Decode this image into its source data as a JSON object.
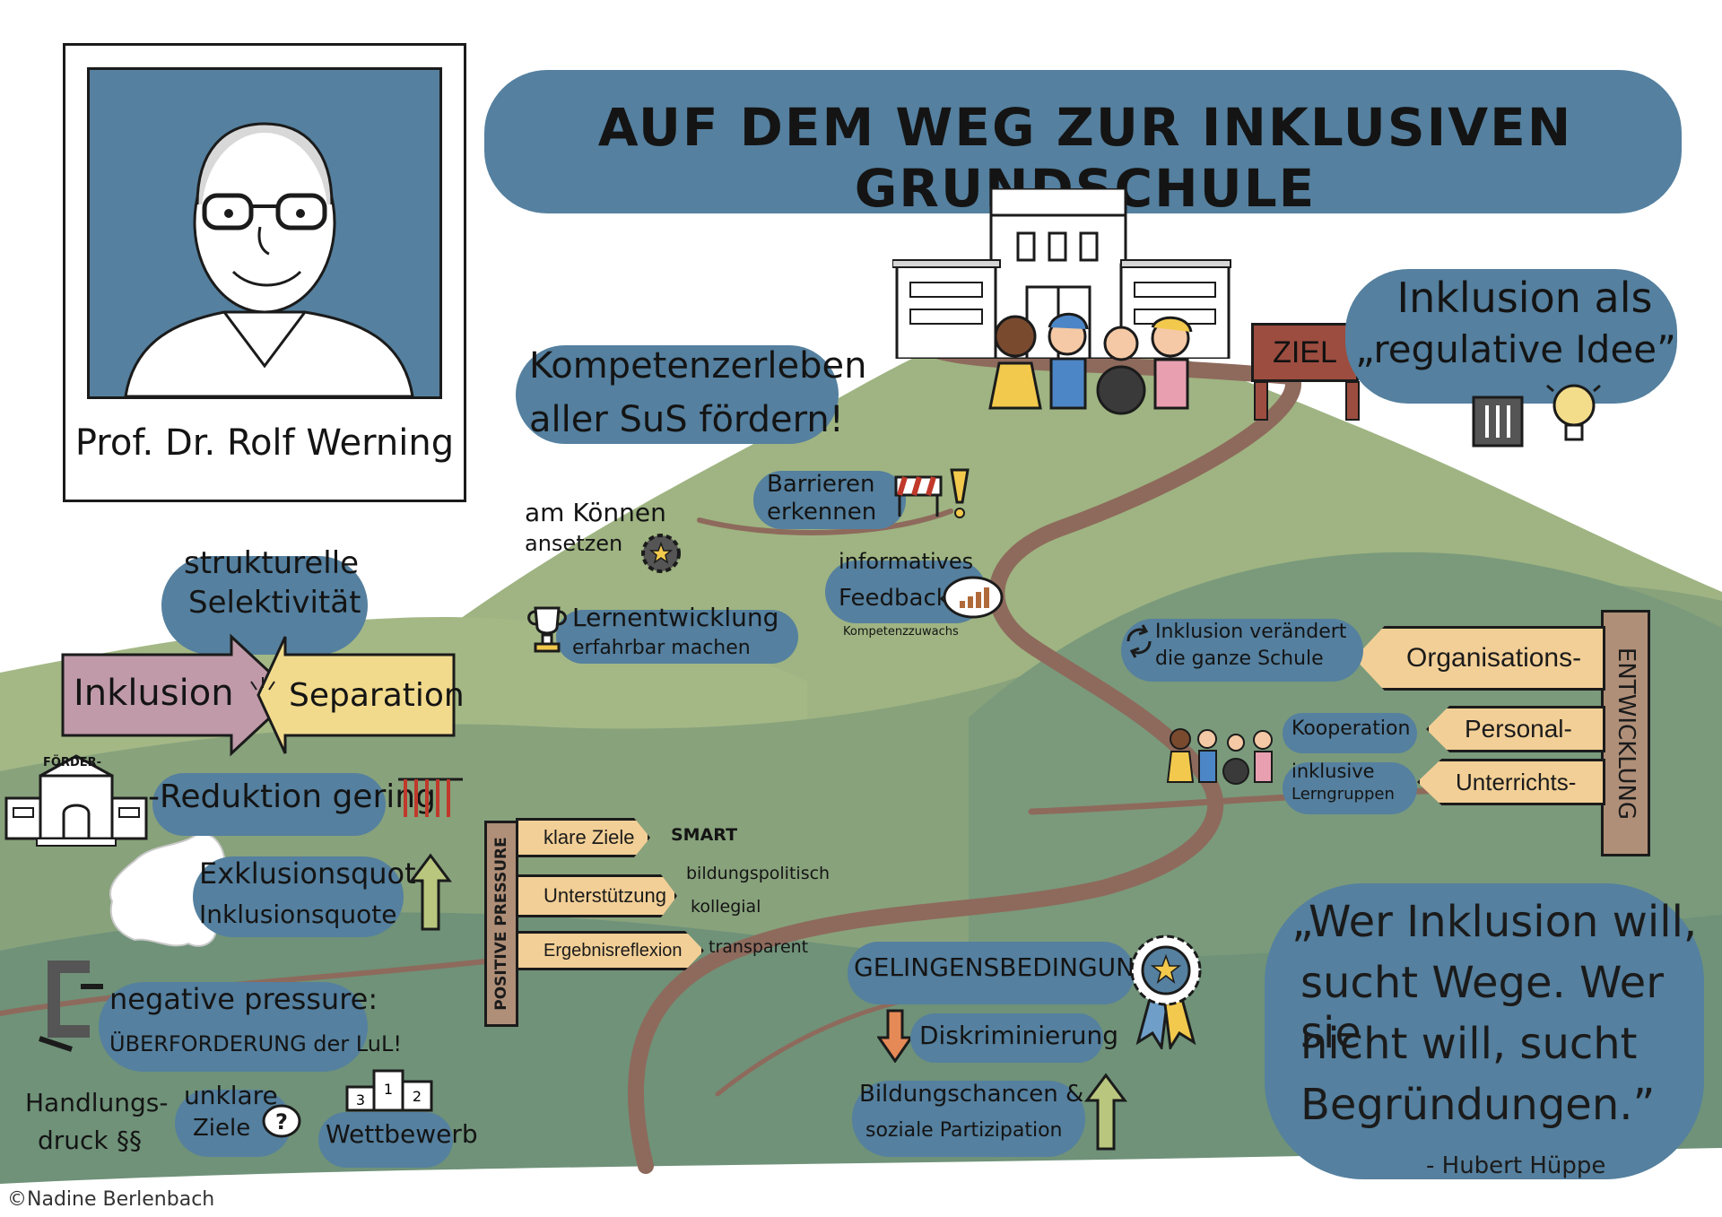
{
  "header": {
    "title": "AUF DEM WEG ZUR INKLUSIVEN GRUNDSCHULE"
  },
  "portrait": {
    "name": "Prof. Dr. Rolf Werning"
  },
  "goal": {
    "sign_label": "ZIEL",
    "regulative_line1": "Inklusion als",
    "regulative_line2": "„regulative Idee”"
  },
  "competence": {
    "heading_line1": "Kompetenzerleben",
    "heading_line2": "aller SuS fördern!",
    "items": {
      "barriers_line1": "Barrieren",
      "barriers_line2": "erkennen",
      "ability_line1": "am Können",
      "ability_line2": "ansetzen",
      "feedback_line1": "informatives",
      "feedback_line2": "Feedback",
      "feedback_note": "Kompetenzzuwachs",
      "learning_line1": "Lernentwicklung",
      "learning_line2": "erfahrbar machen"
    }
  },
  "selectivity": {
    "heading_line1": "strukturelle",
    "heading_line2": "Selektivität",
    "left_arrow": "Inklusion",
    "right_arrow": "Separation"
  },
  "foerder": {
    "school_label": "FÖRDER-",
    "reduction": "-Reduktion gering"
  },
  "quotas": {
    "line1": "Exklusionsquote",
    "line2": "Inklusionsquote"
  },
  "negative": {
    "heading": "negative pressure:",
    "sub": "ÜBERFORDERUNG der LuL!",
    "items": {
      "pressure_line1": "Handlungs-",
      "pressure_line2": "druck",
      "pressure_icon": "§§",
      "unclear_line1": "unklare",
      "unclear_line2": "Ziele",
      "competition": "Wettbewerb"
    },
    "podium": [
      "3",
      "1",
      "2"
    ]
  },
  "positive": {
    "post_label": "POSITIVE PRESSURE",
    "signs": [
      "klare Ziele",
      "Unterstützung",
      "Ergebnisreflexion"
    ],
    "notes": [
      "SMART",
      "bildungspolitisch",
      "kollegial",
      "transparent"
    ]
  },
  "conditions": {
    "heading": "GELINGENSBEDINGUNGEN",
    "down": "Diskriminierung",
    "up_line1": "Bildungschancen &",
    "up_line2": "soziale Partizipation"
  },
  "development": {
    "post_label": "ENTWICKLUNG",
    "change_line1": "Inklusion verändert",
    "change_line2": "die ganze Schule",
    "signs": [
      "Organisations-",
      "Personal-",
      "Unterrichts-"
    ],
    "cooperation": "Kooperation",
    "groups_line1": "inklusive",
    "groups_line2": "Lerngruppen"
  },
  "quote": {
    "line1": "„Wer Inklusion will,",
    "line2": "sucht Wege. Wer sie",
    "line3": "nicht will, sucht",
    "line4": "Begründungen.”",
    "author": "- Hubert Hüppe"
  },
  "credit": "©Nadine Berlenbach",
  "colors": {
    "blob_blue": "#55809f",
    "hill_light": "#9fb482",
    "hill_mid": "#86a07b",
    "hill_dark": "#6f9279",
    "path_brown": "#8e6a5c",
    "sign_tan": "#f2cf96",
    "arrow_pink": "#c09aa8",
    "arrow_yellow": "#f1da8c"
  }
}
